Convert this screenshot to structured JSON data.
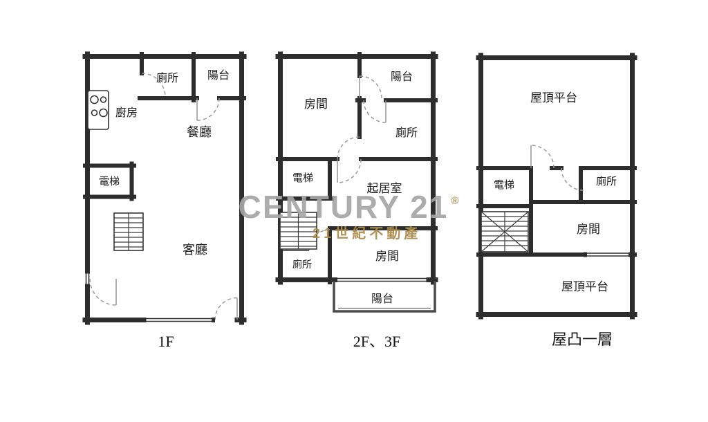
{
  "watermark": {
    "brand": "CENTURY 21",
    "registered": "®",
    "tagline": "21世紀不動產",
    "brand_color": "#a6a6a6",
    "gold_color": "#ad8c4c"
  },
  "colors": {
    "wall": "#2d2d2d",
    "door_arc": "#9a9a9a",
    "background": "#ffffff"
  },
  "plans": [
    {
      "floor_label": "1F",
      "rooms": {
        "kitchen": "廚房",
        "toilet": "廁所",
        "balcony": "陽台",
        "dining": "餐廳",
        "elevator": "電梯",
        "living": "客廳"
      }
    },
    {
      "floor_label": "2F、3F",
      "rooms": {
        "room_top": "房間",
        "balcony_top": "陽台",
        "toilet_right": "廁所",
        "elevator": "電梯",
        "sitting": "起居室",
        "toilet_small": "廁所",
        "room_bottom": "房間",
        "balcony_bottom": "陽台"
      }
    },
    {
      "floor_label": "屋凸一層",
      "rooms": {
        "roof_top": "屋頂平台",
        "elevator": "電梯",
        "toilet": "廁所",
        "room": "房間",
        "roof_bottom": "屋頂平台"
      }
    }
  ]
}
